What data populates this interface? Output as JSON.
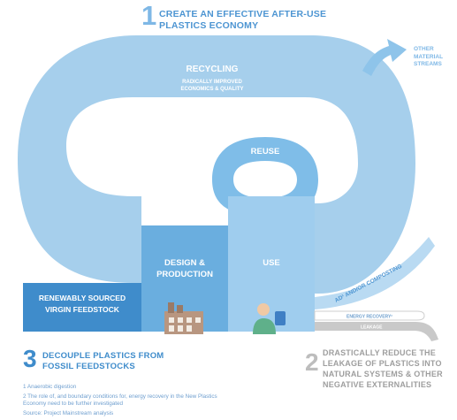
{
  "header": {
    "number": "1",
    "line1": "CREATE AN EFFECTIVE AFTER-USE",
    "line2": "PLASTICS ECONOMY"
  },
  "loop": {
    "recycling_title": "RECYCLING",
    "recycling_sub1": "RADICALLY IMPROVED",
    "recycling_sub2": "ECONOMICS & QUALITY",
    "reuse": "REUSE",
    "design_line1": "DESIGN &",
    "design_line2": "PRODUCTION",
    "use": "USE",
    "feedstock_line1": "RENEWABLY SOURCED",
    "feedstock_line2": "VIRGIN FEEDSTOCK",
    "other_line1": "OTHER",
    "other_line2": "MATERIAL",
    "other_line3": "STREAMS"
  },
  "outflows": {
    "composting": "AD¹ AND/OR COMPOSTING",
    "energy": "ENERGY RECOVERY²",
    "leakage": "LEAKAGE"
  },
  "ambition3": {
    "number": "3",
    "line1": "DECOUPLE PLASTICS FROM",
    "line2": "FOSSIL FEEDSTOCKS"
  },
  "ambition2": {
    "number": "2",
    "line1": "DRASTICALLY REDUCE THE",
    "line2": "LEAKAGE OF PLASTICS INTO",
    "line3": "NATURAL SYSTEMS & OTHER",
    "line4": "NEGATIVE EXTERNALITIES"
  },
  "footnotes": {
    "note1": "1 Anaerobic digestion",
    "note2a": "2 The role of, and boundary conditions for, energy recovery in the New Plastics",
    "note2b": "Economy need to be further investigated",
    "source": "Source: Project Mainstream analysis"
  },
  "icons": [
    "factory-icon",
    "consumer-icon"
  ],
  "colors": {
    "outer_loop": "#a6cfec",
    "reuse_loop": "#7fbde8",
    "design_block": "#6aaedf",
    "use_block": "#9fcdee",
    "feedstock_block": "#3f8ccb",
    "header_text": "#4d95d2",
    "outflow_grey": "#c9c9c9"
  }
}
